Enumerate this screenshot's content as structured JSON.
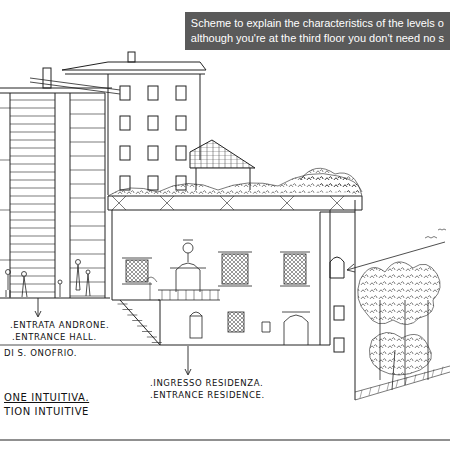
{
  "diagram": {
    "nodes": [
      {
        "text": [
          "Scheme to explain the characteristics of the levels o",
          "although you're at the third floor you don't need no s"
        ]
      }
    ],
    "labels": [
      ".ENTRATA ANDRONE.",
      ".ENTRANCE HALL.",
      "DI S. ONOFRIO.",
      "ONE INTUITIVA.",
      "TION INTUITIVE",
      ".INGRESSO RESIDENZA.",
      ".ENTRANCE RESIDENCE."
    ]
  }
}
